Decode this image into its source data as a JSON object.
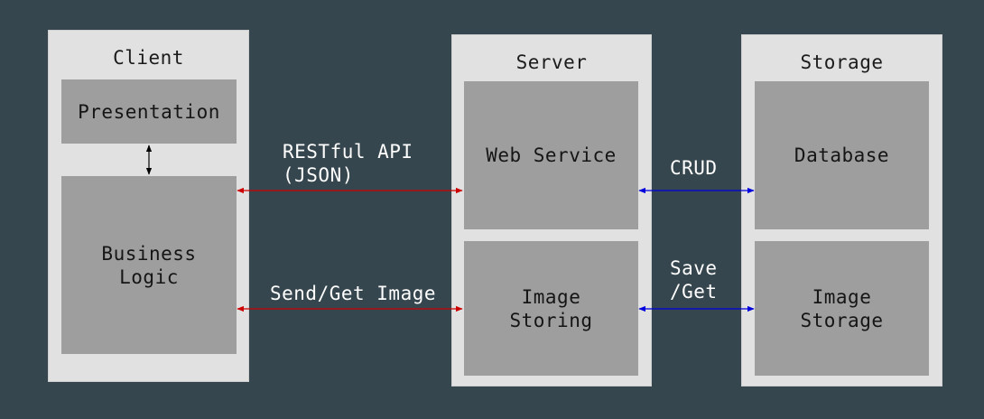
{
  "panels": {
    "client": {
      "title": "Client",
      "presentation": "Presentation",
      "business_logic": "Business\nLogic"
    },
    "server": {
      "title": "Server",
      "web_service": "Web Service",
      "image_storing": "Image\nStoring"
    },
    "storage": {
      "title": "Storage",
      "database": "Database",
      "image_storage": "Image\nStorage"
    }
  },
  "connections": {
    "restful_api": "RESTful API\n(JSON)",
    "send_get_image": "Send/Get Image",
    "crud": "CRUD",
    "save_get": "Save\n/Get"
  },
  "colors": {
    "background": "#36464e",
    "panel": "#e1e1e1",
    "box": "#9e9e9e",
    "client_server_arrow": "#cc0000",
    "server_storage_arrow": "#0000dd",
    "internal_arrow": "#000000"
  }
}
